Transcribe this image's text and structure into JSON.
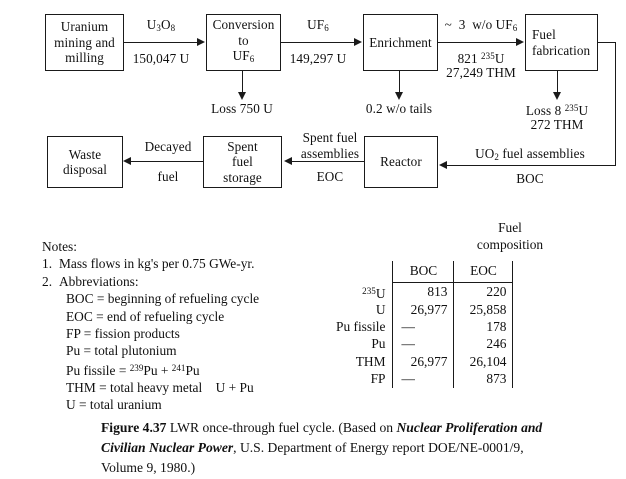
{
  "figure": {
    "id": "Figure 4.37",
    "caption_text": " LWR once-through fuel cycle. (Based on ",
    "caption_title": "Nuclear Proliferation and Civilian Nuclear Power",
    "caption_tail": ", U.S. Department of Energy report DOE/NE-0001/9, Volume 9, 1980.)"
  },
  "flow": {
    "boxes": {
      "uranium_mining": {
        "line1": "Uranium",
        "line2": "mining and",
        "line3": "milling"
      },
      "conversion": {
        "line1": "Conversion",
        "line2": "to",
        "line3": "UF6"
      },
      "enrichment": {
        "line1": "Enrichment"
      },
      "fuel_fabrication": {
        "line1": "Fuel",
        "line2": "fabrication"
      },
      "waste_disposal": {
        "line1": "Waste",
        "line2": "disposal"
      },
      "spent_fuel_storage": {
        "line1": "Spent",
        "line2": "fuel",
        "line3": "storage"
      },
      "reactor": {
        "line1": "Reactor"
      }
    },
    "arrow_labels": {
      "u3o8_species": "U3O8",
      "u3o8_mass": "150,047 U",
      "uf6_species": "UF6",
      "uf6_mass": "149,297 U",
      "conversion_loss": "Loss 750 U",
      "tails": "0.2 w/o tails",
      "enriched_species": "~  3  w/o UF6",
      "enriched_u235": "821 235U",
      "enriched_thm": "27,249 THM",
      "fab_loss_u235": "Loss 8 235U",
      "fab_loss_thm": "272 THM",
      "uo2_assemblies": "UO2 fuel assemblies",
      "uo2_timing": "BOC",
      "spent_assemblies_1": "Spent fuel",
      "spent_assemblies_2": "assemblies",
      "spent_timing": "EOC",
      "decayed_1": "Decayed",
      "decayed_2": "fuel"
    }
  },
  "notes": {
    "heading": "Notes:",
    "item1_num": "1.",
    "item1": "Mass flows in kg's per 0.75 GWe-yr.",
    "item2_num": "2.",
    "item2": "Abbreviations:",
    "abbreviations": [
      "BOC = beginning of refueling cycle",
      "EOC = end of refueling cycle",
      "FP = fission products",
      "Pu = total plutonium",
      "Pu fissile = 239Pu + 241Pu",
      "THM = total heavy metal    U + Pu",
      "U = total uranium"
    ]
  },
  "fuel_composition": {
    "title_line1": "Fuel",
    "title_line2": "composition",
    "columns": [
      "BOC",
      "EOC"
    ],
    "rows": [
      {
        "label": "235U",
        "boc": "813",
        "eoc": "220"
      },
      {
        "label": "U",
        "boc": "26,977",
        "eoc": "25,858"
      },
      {
        "label": "Pu fissile",
        "boc": "—",
        "eoc": "178"
      },
      {
        "label": "Pu",
        "boc": "—",
        "eoc": "246"
      },
      {
        "label": "THM",
        "boc": "26,977",
        "eoc": "26,104"
      },
      {
        "label": "FP",
        "boc": "—",
        "eoc": "873"
      }
    ]
  },
  "colors": {
    "ink": "#101010",
    "line": "#1a1a1a",
    "background": "#ffffff"
  }
}
